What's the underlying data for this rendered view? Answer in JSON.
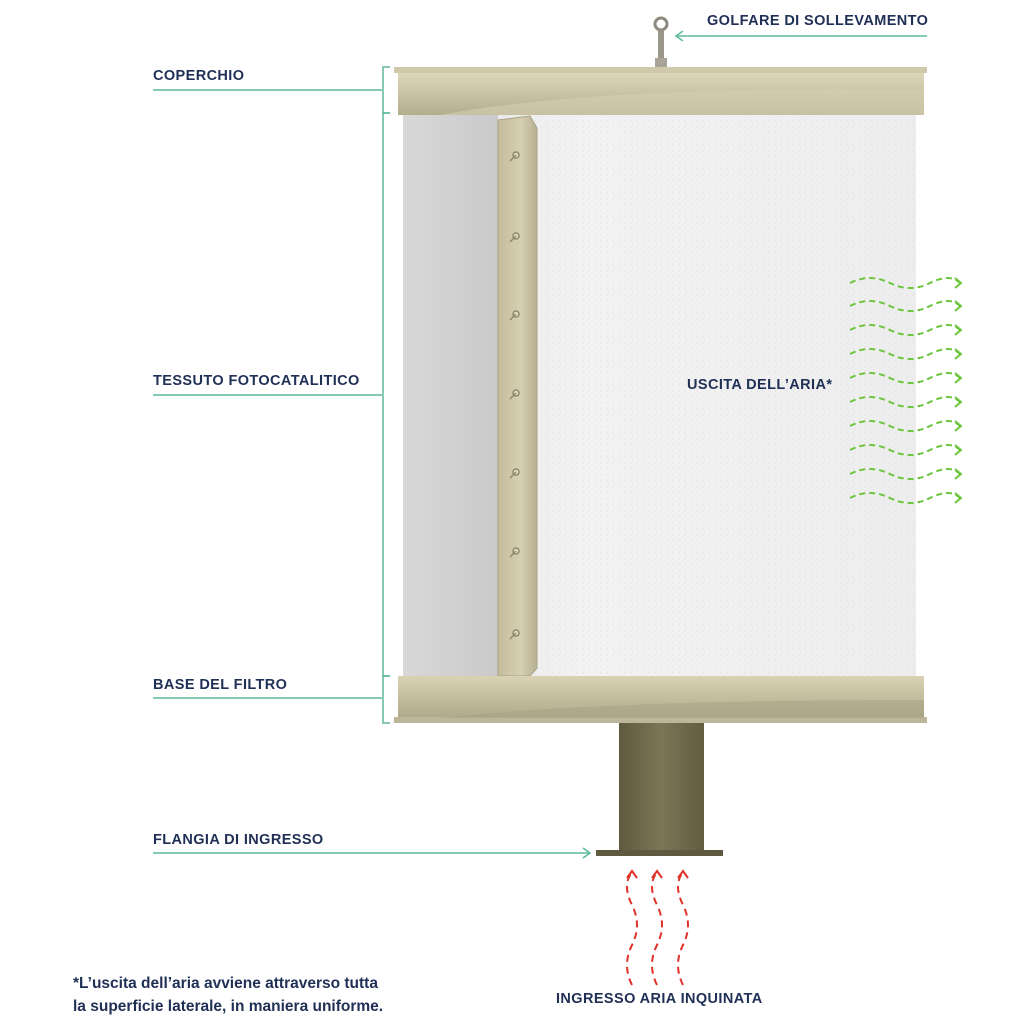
{
  "labels": {
    "lifting_eyebolt": "GOLFARE DI SOLLEVAMENTO",
    "lid": "COPERCHIO",
    "photocatalytic_fabric": "TESSUTO FOTOCATALITICO",
    "air_outlet": "USCITA DELL’ARIA*",
    "filter_base": "BASE DEL FILTRO",
    "inlet_flange": "FLANGIA DI INGRESSO",
    "polluted_air_inlet": "INGRESSO ARIA INQUINATA"
  },
  "footnote": {
    "line1": "*L’uscita dell’aria avviene attraverso tutta",
    "line2": "la superficie laterale, in maniera uniforme."
  },
  "colors": {
    "text": "#1f2f55",
    "leader_line": "#5fb89a",
    "metal": "#c8c0a0",
    "metal_dark": "#a39c7d",
    "duct": "#77704f",
    "fabric": "#f1f1f1",
    "outlet_arrows": "#6cc63c",
    "inlet_arrows": "#e0322b"
  }
}
